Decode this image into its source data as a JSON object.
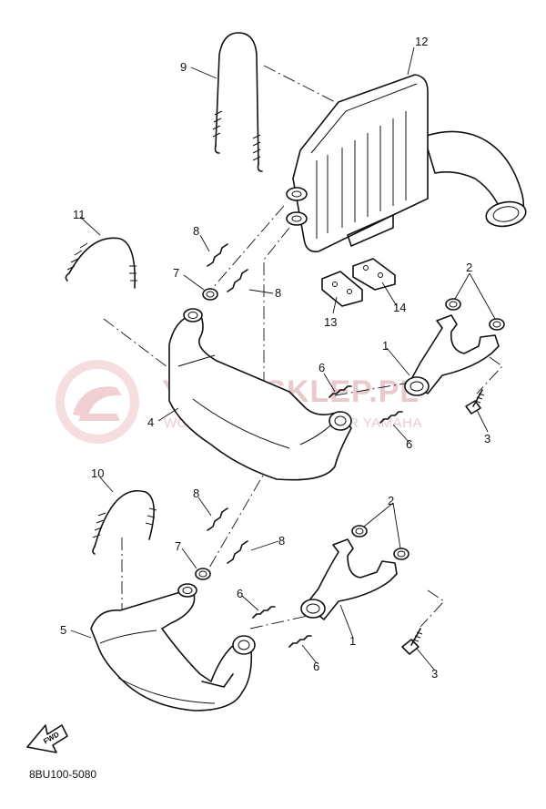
{
  "watermark": {
    "brand": "YAMA-SKLEP.PL",
    "subtitle": "WOJCIECHOWICZ - DEALER YAMAHA"
  },
  "fwd_label": "FWD",
  "diagram_code": "8BU100-5080",
  "callouts": [
    {
      "id": "c12",
      "label": "12"
    },
    {
      "id": "c9",
      "label": "9"
    },
    {
      "id": "c11",
      "label": "11"
    },
    {
      "id": "c8a",
      "label": "8"
    },
    {
      "id": "c7a",
      "label": "7"
    },
    {
      "id": "c8b",
      "label": "8"
    },
    {
      "id": "c13",
      "label": "13"
    },
    {
      "id": "c14",
      "label": "14"
    },
    {
      "id": "c2a",
      "label": "2"
    },
    {
      "id": "c1a",
      "label": "1"
    },
    {
      "id": "c6a",
      "label": "6"
    },
    {
      "id": "c4",
      "label": "4"
    },
    {
      "id": "c6b",
      "label": "6"
    },
    {
      "id": "c3a",
      "label": "3"
    },
    {
      "id": "c10",
      "label": "10"
    },
    {
      "id": "c8c",
      "label": "8"
    },
    {
      "id": "c2b",
      "label": "2"
    },
    {
      "id": "c7b",
      "label": "7"
    },
    {
      "id": "c8d",
      "label": "8"
    },
    {
      "id": "c6c",
      "label": "6"
    },
    {
      "id": "c5",
      "label": "5"
    },
    {
      "id": "c1b",
      "label": "1"
    },
    {
      "id": "c6d",
      "label": "6"
    },
    {
      "id": "c3b",
      "label": "3"
    }
  ]
}
